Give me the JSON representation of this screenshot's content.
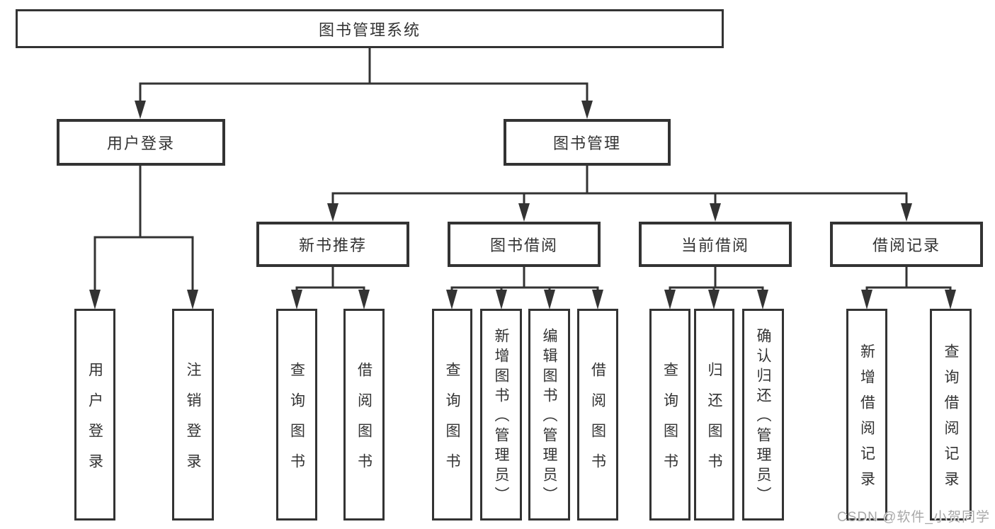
{
  "colors": {
    "line": "#333333",
    "box_border": "#333333",
    "text": "#333333",
    "background": "#ffffff",
    "watermark": "#a8a8a8"
  },
  "diagram": {
    "root": {
      "label": "图书管理系统"
    },
    "level2": [
      {
        "label": "用户登录"
      },
      {
        "label": "图书管理"
      }
    ],
    "level3": [
      {
        "label": "新书推荐"
      },
      {
        "label": "图书借阅"
      },
      {
        "label": "当前借阅"
      },
      {
        "label": "借阅记录"
      }
    ],
    "leaves": [
      {
        "label": "用户登录"
      },
      {
        "label": "注销登录"
      },
      {
        "label": "查询图书"
      },
      {
        "label": "借阅图书"
      },
      {
        "label": "查询图书"
      },
      {
        "label": "新增图书（管理员）"
      },
      {
        "label": "编辑图书（管理员）"
      },
      {
        "label": "借阅图书"
      },
      {
        "label": "查询图书"
      },
      {
        "label": "归还图书"
      },
      {
        "label": "确认归还（管理员）"
      },
      {
        "label": "新增借阅记录"
      },
      {
        "label": "查询借阅记录"
      }
    ]
  },
  "watermark": {
    "text": "CSDN @软件_小贺同学"
  }
}
